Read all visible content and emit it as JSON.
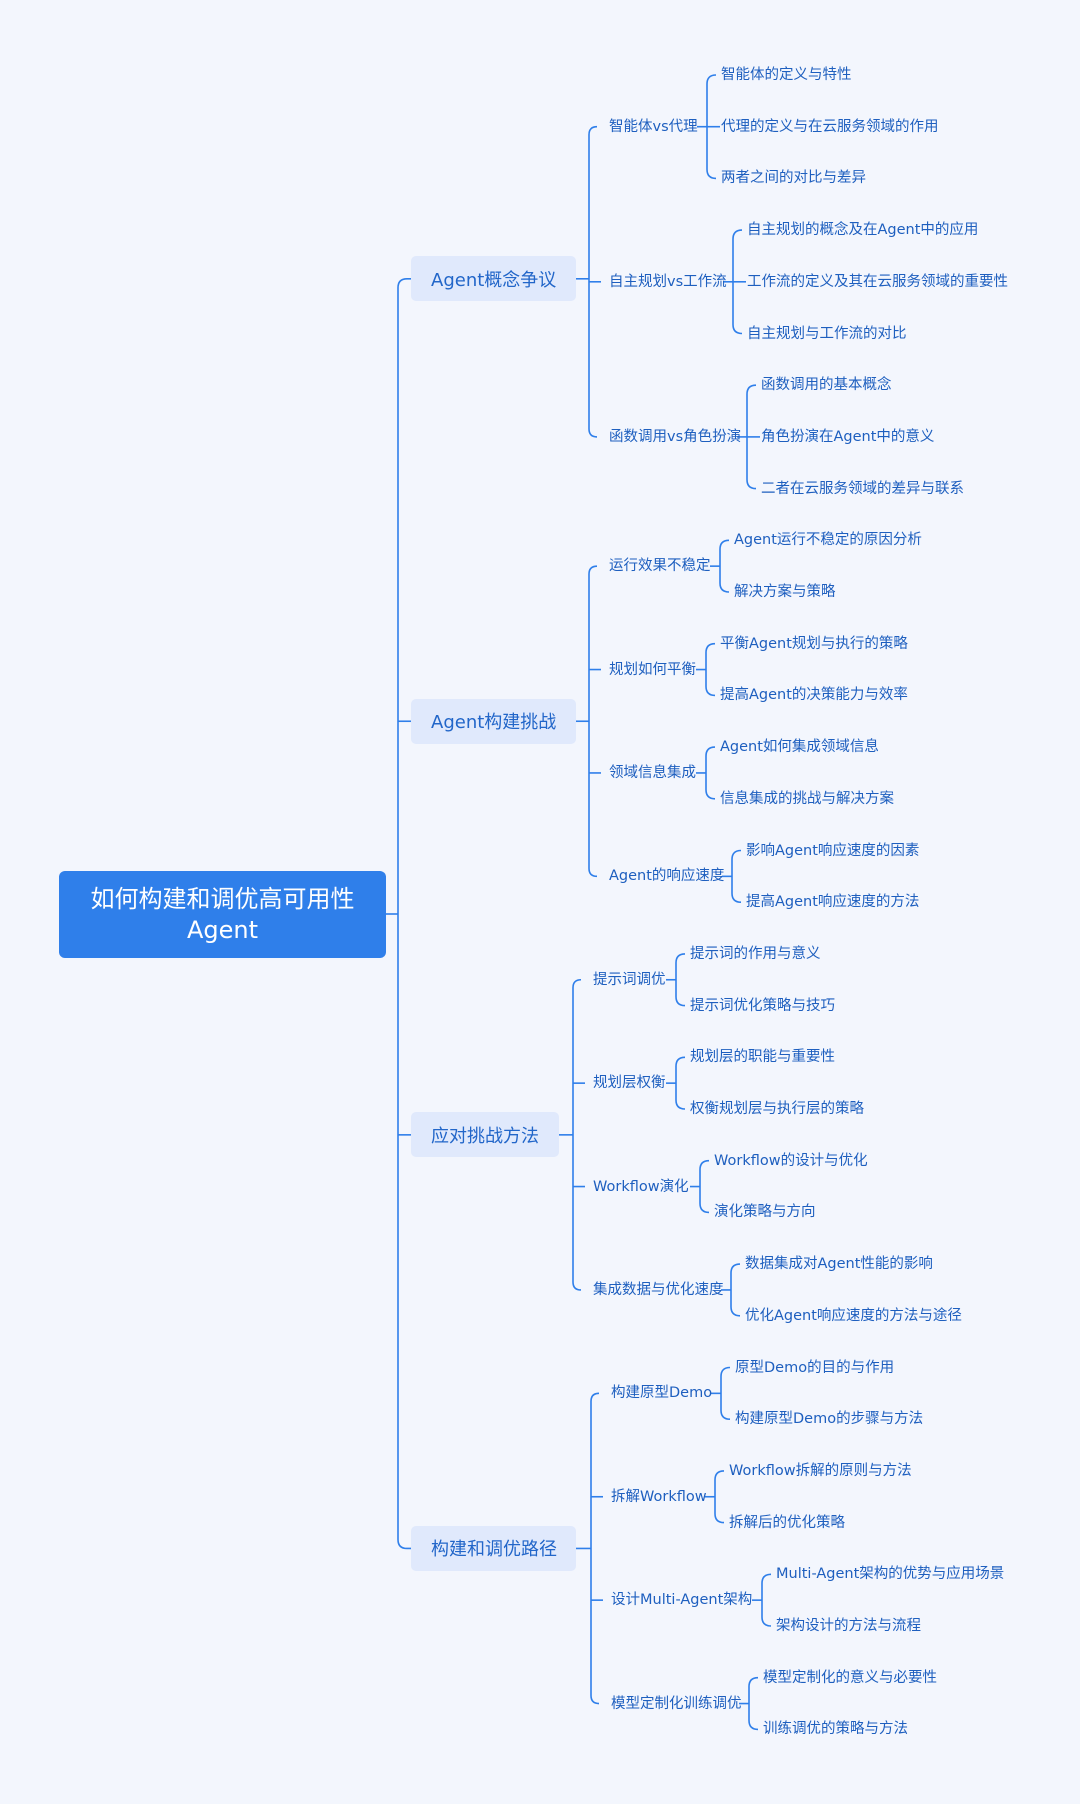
{
  "diagram": {
    "root": {
      "line1": "如何构建和调优高可用性",
      "line2": "Agent"
    },
    "branches": [
      {
        "label": "Agent概念争议",
        "children": [
          {
            "label": "智能体vs代理",
            "leaves": [
              "智能体的定义与特性",
              "代理的定义与在云服务领域的作用",
              "两者之间的对比与差异"
            ]
          },
          {
            "label": "自主规划vs工作流",
            "leaves": [
              "自主规划的概念及在Agent中的应用",
              "工作流的定义及其在云服务领域的重要性",
              "自主规划与工作流的对比"
            ]
          },
          {
            "label": "函数调用vs角色扮演",
            "leaves": [
              "函数调用的基本概念",
              "角色扮演在Agent中的意义",
              "二者在云服务领域的差异与联系"
            ]
          }
        ]
      },
      {
        "label": "Agent构建挑战",
        "children": [
          {
            "label": "运行效果不稳定",
            "leaves": [
              "Agent运行不稳定的原因分析",
              "解决方案与策略"
            ]
          },
          {
            "label": "规划如何平衡",
            "leaves": [
              "平衡Agent规划与执行的策略",
              "提高Agent的决策能力与效率"
            ]
          },
          {
            "label": "领域信息集成",
            "leaves": [
              "Agent如何集成领域信息",
              "信息集成的挑战与解决方案"
            ]
          },
          {
            "label": "Agent的响应速度",
            "leaves": [
              "影响Agent响应速度的因素",
              "提高Agent响应速度的方法"
            ]
          }
        ]
      },
      {
        "label": "应对挑战方法",
        "children": [
          {
            "label": "提示词调优",
            "leaves": [
              "提示词的作用与意义",
              "提示词优化策略与技巧"
            ]
          },
          {
            "label": "规划层权衡",
            "leaves": [
              "规划层的职能与重要性",
              "权衡规划层与执行层的策略"
            ]
          },
          {
            "label": "Workflow演化",
            "leaves": [
              "Workflow的设计与优化",
              "演化策略与方向"
            ]
          },
          {
            "label": "集成数据与优化速度",
            "leaves": [
              "数据集成对Agent性能的影响",
              "优化Agent响应速度的方法与途径"
            ]
          }
        ]
      },
      {
        "label": "构建和调优路径",
        "children": [
          {
            "label": "构建原型Demo",
            "leaves": [
              "原型Demo的目的与作用",
              "构建原型Demo的步骤与方法"
            ]
          },
          {
            "label": "拆解Workflow",
            "leaves": [
              "Workflow拆解的原则与方法",
              "拆解后的优化策略"
            ]
          },
          {
            "label": "设计Multi-Agent架构",
            "leaves": [
              "Multi-Agent架构的优势与应用场景",
              "架构设计的方法与流程"
            ]
          },
          {
            "label": "模型定制化训练调优",
            "leaves": [
              "模型定制化的意义与必要性",
              "训练调优的策略与方法"
            ]
          }
        ]
      }
    ]
  },
  "colors": {
    "background": "#f3f6fd",
    "root": "#2f7fea",
    "branch_bg": "#e0e9fc",
    "line": "#2f7fea",
    "text": "#1e5fbf"
  }
}
